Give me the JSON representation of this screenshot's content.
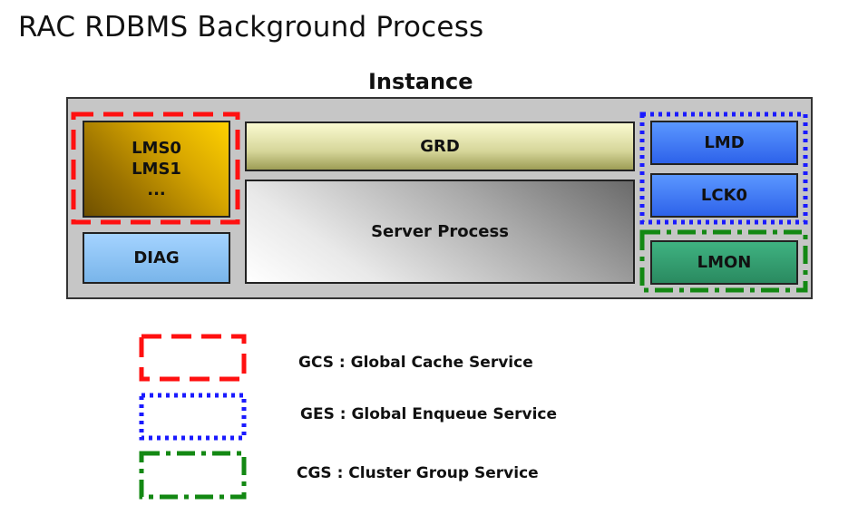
{
  "title": "RAC RDBMS Background Process",
  "instance": {
    "label": "Instance",
    "lms_lines": [
      "LMS0",
      "LMS1",
      "..."
    ],
    "diag": "DIAG",
    "grd": "GRD",
    "server_process": "Server Process",
    "lmd": "LMD",
    "lck0": "LCK0",
    "lmon": "LMON"
  },
  "legend": {
    "gcs": "GCS : Global Cache Service",
    "ges": "GES : Global Enqueue Service",
    "cgs": "CGS : Cluster Group Service"
  },
  "colors": {
    "gcs_border": "#ff1010",
    "ges_border": "#1a1aff",
    "cgs_border": "#138813"
  }
}
